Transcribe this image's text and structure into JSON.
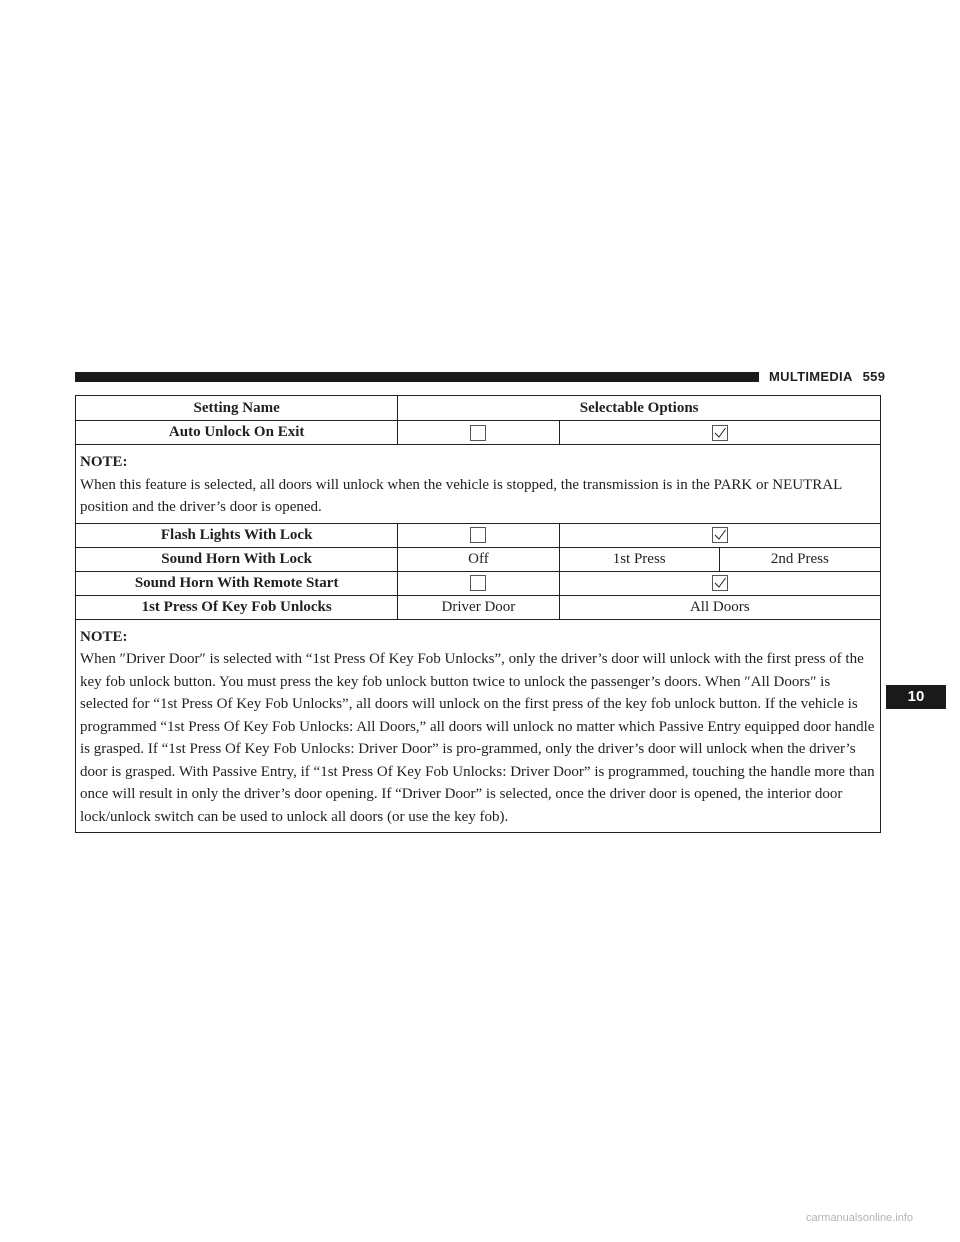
{
  "header": {
    "section": "MULTIMEDIA",
    "page_number": "559"
  },
  "table": {
    "col_setting": "Setting Name",
    "col_options": "Selectable Options",
    "rows": [
      {
        "name": "Auto Unlock On Exit",
        "icons": [
          "checkbox-empty-icon",
          "checkbox-checked-icon"
        ]
      },
      {
        "note_label": "NOTE:",
        "note_text": "When this feature is selected, all doors will unlock when the vehicle is stopped, the transmission is in the PARK or NEUTRAL position and the driver’s door is opened."
      },
      {
        "name": "Flash Lights With Lock",
        "icons": [
          "checkbox-empty-icon",
          "checkbox-checked-icon"
        ]
      },
      {
        "name": "Sound Horn With Lock",
        "options": [
          "Off",
          "1st Press",
          "2nd Press"
        ]
      },
      {
        "name": "Sound Horn With Remote Start",
        "icons": [
          "checkbox-empty-icon",
          "checkbox-checked-icon"
        ]
      },
      {
        "name": "1st Press Of Key Fob Unlocks",
        "options": [
          "Driver Door",
          "All Doors"
        ]
      },
      {
        "note_label": "NOTE:",
        "note_text": "When ″Driver Door″ is selected with “1st Press Of Key Fob Unlocks”, only the driver’s door will unlock with the first press of the key fob unlock button. You must press the key fob unlock button twice to unlock the passenger’s doors. When ″All Doors″ is selected for “1st Press Of Key Fob Unlocks”, all doors will unlock on the first press of the key fob unlock button. If the vehicle is programmed “1st Press Of Key Fob Unlocks: All Doors,” all doors will unlock no matter which Passive Entry equipped door handle is grasped. If “1st Press Of Key Fob Unlocks: Driver Door” is pro-grammed, only the driver’s door will unlock when the driver’s door is grasped. With Passive Entry, if “1st Press Of Key Fob Unlocks: Driver Door” is programmed, touching the handle more than once will result in only the driver’s door opening. If “Driver Door” is selected, once the driver door is opened, the interior door lock/unlock switch can be used to unlock all doors (or use the key fob)."
      }
    ]
  },
  "chapter_tab": "10",
  "watermark": "carmanualsonline.info"
}
